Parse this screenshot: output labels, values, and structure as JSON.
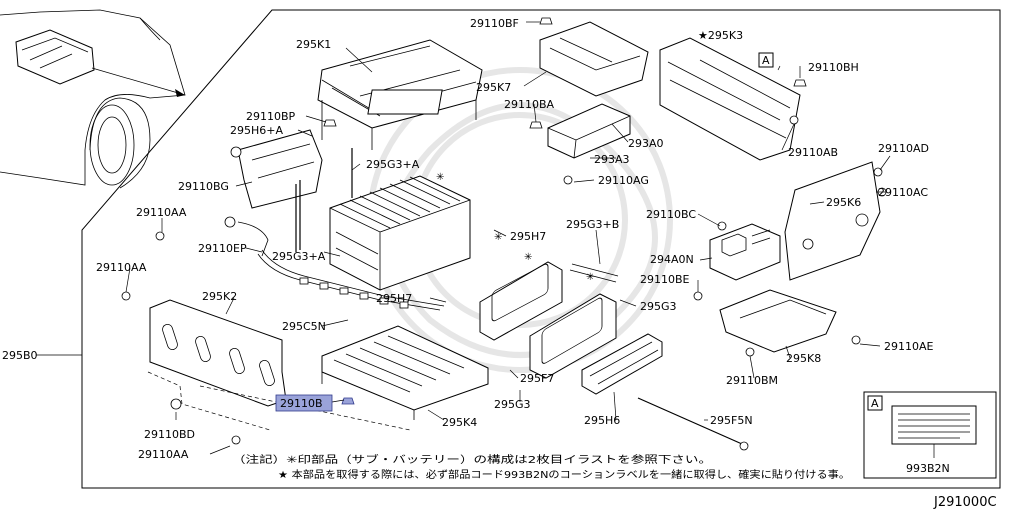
{
  "diagram_code": "J291000C",
  "main_assembly": "295B0",
  "labels": {
    "bf": "29110BF",
    "k1": "295K1",
    "k7": "295K7",
    "k3": "★295K3",
    "ref_a_top": "A",
    "bh": "29110BH",
    "bp": "29110BP",
    "h6a": "295H6+A",
    "ba": "29110BA",
    "g3a_top": "295G3+A",
    "a0": "293A0",
    "a3": "293A3",
    "ab": "29110AB",
    "ad": "29110AD",
    "bg": "29110BG",
    "ag": "29110AG",
    "ac": "29110AC",
    "k6": "295K6",
    "aa1": "29110AA",
    "ep": "29110EP",
    "g3b": "295G3+B",
    "h7a": "295H7",
    "bc": "29110BC",
    "g3a_mid": "295G3+A",
    "a0n": "294A0N",
    "aa2": "29110AA",
    "k2": "295K2",
    "be": "29110BE",
    "h7b": "295H7",
    "g3_1": "295G3",
    "c5n": "295C5N",
    "ae": "29110AE",
    "k8": "295K8",
    "f7": "295F7",
    "bm": "29110BM",
    "b": "29110B",
    "g3_2": "295G3",
    "f5n": "295F5N",
    "k4": "295K4",
    "h6": "295H6",
    "bd": "29110BD",
    "aa3": "29110AA"
  },
  "asterisk": "✳",
  "notes": {
    "line1": "（注記）✳印部品（サブ・バッテリー）の構成は2枚目イラストを参照下さい。",
    "line2": "★ 本部品を取得する際には、必ず部品コード993B2Nのコーションラベルを一緒に取得し、確実に貼り付ける事。"
  },
  "inset": {
    "ref": "A",
    "label_code": "993B2N"
  },
  "highlight_color": "#9aa3d9"
}
